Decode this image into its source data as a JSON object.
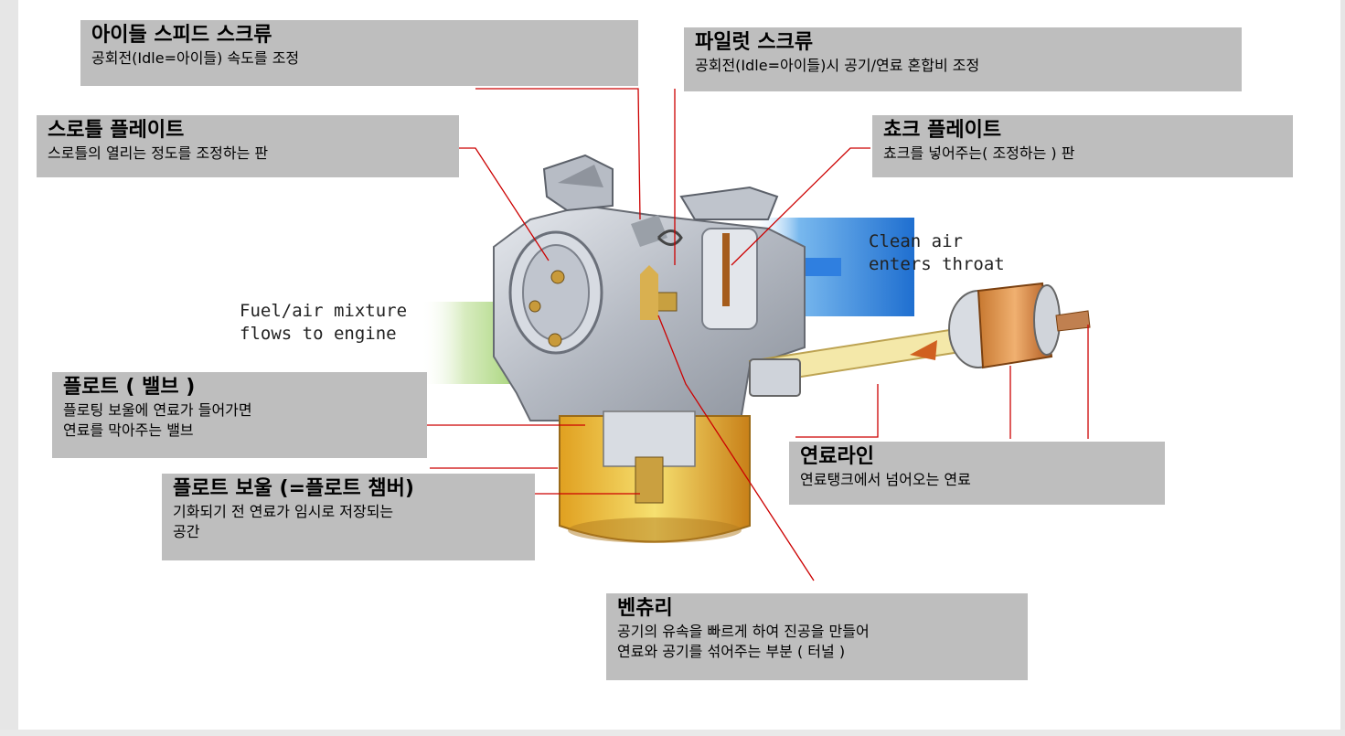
{
  "callouts": {
    "idle_speed_screw": {
      "title": "아이들 스피드 스크류",
      "desc": "공회전(Idle=아이들) 속도를 조정"
    },
    "pilot_screw": {
      "title": "파일럿 스크류",
      "desc": "공회전(Idle=아이들)시 공기/연료 혼합비 조정"
    },
    "throttle_plate": {
      "title": "스로틀 플레이트",
      "desc": "스로틀의 열리는 정도를 조정하는 판"
    },
    "choke_plate": {
      "title": "쵸크 플레이트",
      "desc": "쵸크를 넣어주는( 조정하는 ) 판"
    },
    "float_valve": {
      "title": "플로트 ( 밸브 )",
      "desc": "플로팅 보울에 연료가 들어가면\n연료를 막아주는 밸브"
    },
    "fuel_line": {
      "title": "연료라인",
      "desc": "연료탱크에서 넘어오는 연료"
    },
    "float_bowl": {
      "title": "플로트 보울 (=플로트 챔버)",
      "desc": "기화되기 전 연료가 임시로 저장되는\n공간"
    },
    "venturi": {
      "title": "벤츄리",
      "desc": "공기의 유속을 빠르게 하여 진공을 만들어\n연료와 공기를 섞어주는 부분 ( 터널 )"
    }
  },
  "diagram_labels": {
    "clean_air": "Clean air\nenters throat",
    "fuel_air": "Fuel/air mixture\nflows to engine"
  },
  "colors": {
    "callout_bg": "#bebebe",
    "leader_line": "#cc0000",
    "air_flow": "#3a8fe0",
    "fuel": "#e8c030"
  }
}
